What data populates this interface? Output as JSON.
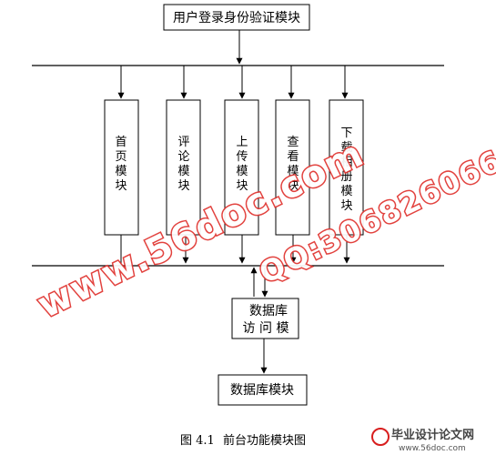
{
  "auth_box": {
    "label": "用户登录身份验证模块"
  },
  "modules": [
    {
      "label": "首页模块"
    },
    {
      "label": "评论模块"
    },
    {
      "label": "上传模块"
    },
    {
      "label": "查看模块"
    },
    {
      "label": "下载相册模块"
    }
  ],
  "db_access_box": {
    "line1": "数据库",
    "line2": "访 问 模"
  },
  "db_box": {
    "label": "数据库模块"
  },
  "caption": {
    "number": "图 4.1",
    "title": "前台功能模块图"
  },
  "watermark": {
    "site": "www.56doc.com",
    "qq": "QQ:306826066"
  },
  "logo": {
    "name": "毕业设计论文网",
    "url": "www.56doc.com"
  },
  "colors": {
    "line": "#000000",
    "watermark_stroke": "#e0322e",
    "logo_accent": "#d81e1e"
  }
}
